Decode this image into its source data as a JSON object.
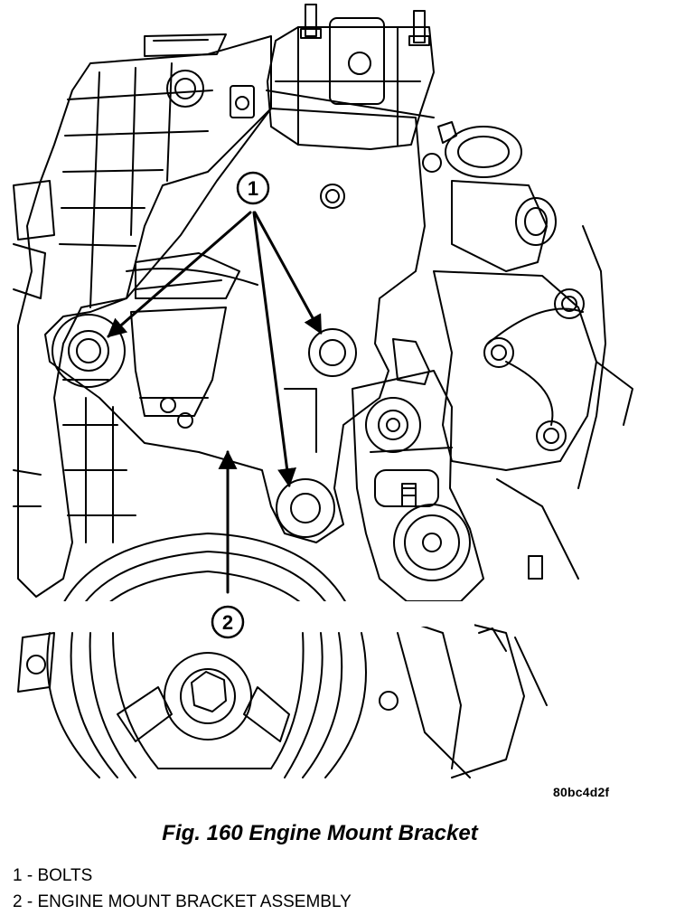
{
  "figure": {
    "image_id": "80bc4d2f",
    "caption": "Fig. 160 Engine Mount Bracket",
    "callouts": [
      "1",
      "2"
    ]
  },
  "legend": [
    {
      "text": "1 - BOLTS"
    },
    {
      "text": "2 - ENGINE MOUNT BRACKET ASSEMBLY"
    }
  ],
  "colors": {
    "ink": "#000000",
    "paper": "#ffffff"
  }
}
